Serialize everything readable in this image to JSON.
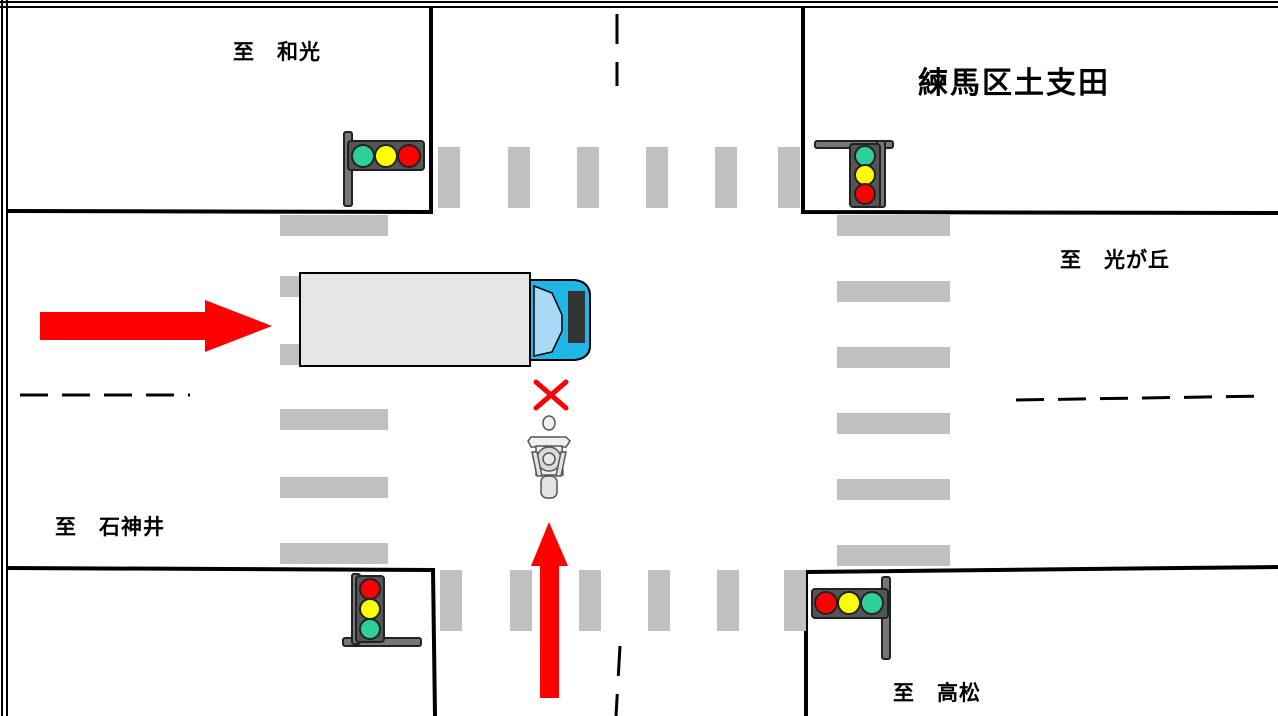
{
  "labels": {
    "district": "練馬区土支田",
    "to_wako": "至　和光",
    "to_hikarigaoka": "至　光が丘",
    "to_shakujii": "至　石神井",
    "to_takamatsu": "至　高松"
  },
  "signals": {
    "northwest": [
      "green",
      "yellow",
      "red"
    ],
    "northeast": [
      "green",
      "yellow",
      "red"
    ],
    "southwest": [
      "red",
      "yellow",
      "green"
    ],
    "southeast": [
      "red",
      "yellow",
      "green"
    ]
  },
  "colors": {
    "arrow": "#ff0000",
    "signal_green": "#2ecf9a",
    "signal_yellow": "#ffff00",
    "signal_red": "#ff0000",
    "truck_cab": "#1fb7e8",
    "truck_body": "#e6e6e6",
    "crosswalk": "#c0c0c0"
  },
  "marks": {
    "collision": "×"
  },
  "icons": [
    "truck-icon",
    "motorcycle-icon",
    "traffic-signal-icon",
    "arrow-icon",
    "collision-mark-icon"
  ]
}
